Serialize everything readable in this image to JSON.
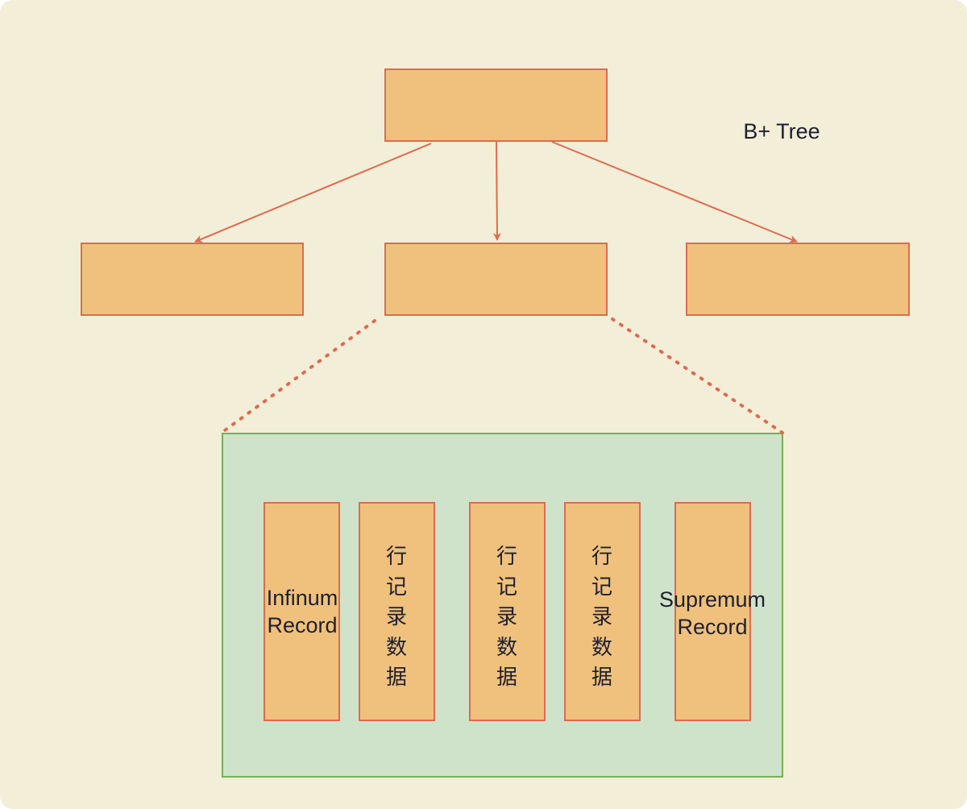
{
  "diagram": {
    "title": "B+ Tree",
    "records": [
      {
        "label": "Infinum\nRecord"
      },
      {
        "label": "行记录数据"
      },
      {
        "label": "行记录数据"
      },
      {
        "label": "行记录数据"
      },
      {
        "label": "Supremum\nRecord"
      }
    ]
  },
  "colors": {
    "background": "#f2eed8",
    "node_fill": "#efc17c",
    "node_stroke": "#dd6b50",
    "page_fill": "#cfe3cb",
    "page_stroke": "#76b054",
    "text": "#1f1f30"
  }
}
